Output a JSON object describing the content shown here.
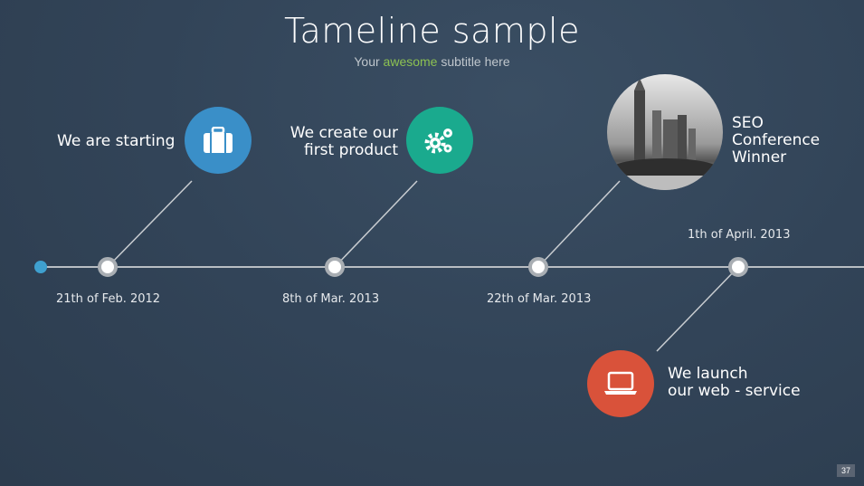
{
  "header": {
    "title": "Tameline sample",
    "subtitle_pre": "Your ",
    "subtitle_accent": "awesome",
    "subtitle_post": " subtitle here"
  },
  "events": [
    {
      "label": "We are starting",
      "date": "21th of Feb. 2012",
      "icon": "briefcase-icon",
      "color": "#3a8fc8"
    },
    {
      "label_line1": "We create our",
      "label_line2": "first product",
      "date": "8th of Mar. 2013",
      "icon": "gears-icon",
      "color": "#1aaa8e"
    },
    {
      "label_line1": "SEO",
      "label_line2": "Conference",
      "label_line3": "Winner",
      "date": "22th of Mar. 2013",
      "icon": "city-photo"
    },
    {
      "label_line1": "We launch",
      "label_line2": "our web - service",
      "date": "1th of April. 2013",
      "icon": "laptop-icon",
      "color": "#d9523a"
    }
  ],
  "page_number": "37"
}
